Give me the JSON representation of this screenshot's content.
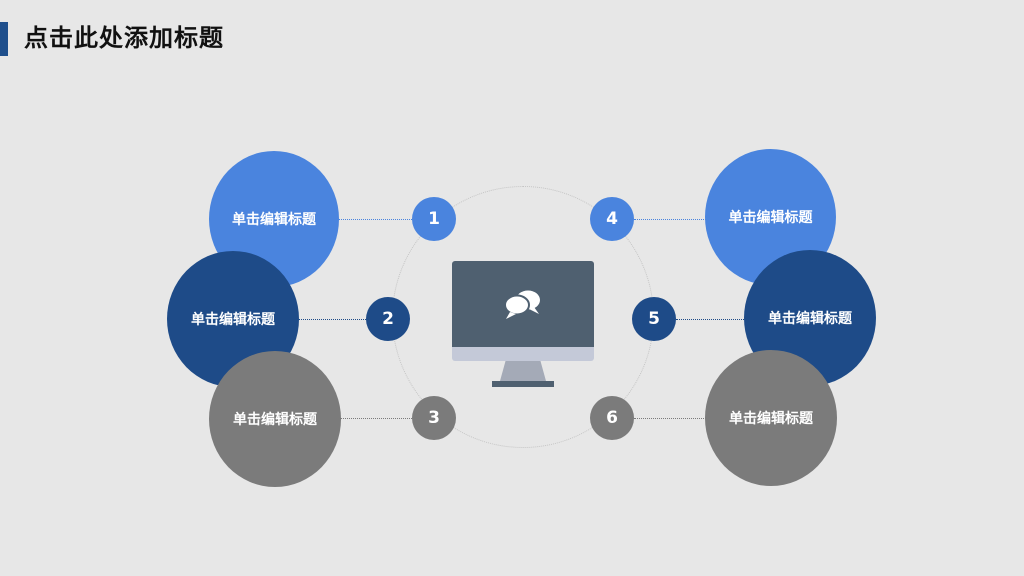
{
  "slide": {
    "title": "点击此处添加标题"
  },
  "items": [
    {
      "number": "1",
      "label": "单击编辑标题",
      "color": "#4a84de"
    },
    {
      "number": "2",
      "label": "单击编辑标题",
      "color": "#1e4b88"
    },
    {
      "number": "3",
      "label": "单击编辑标题",
      "color": "#7b7b7b"
    },
    {
      "number": "4",
      "label": "单击编辑标题",
      "color": "#4a84de"
    },
    {
      "number": "5",
      "label": "单击编辑标题",
      "color": "#1e4b88"
    },
    {
      "number": "6",
      "label": "单击编辑标题",
      "color": "#7b7b7b"
    }
  ],
  "icons": {
    "center": "monitor-icon",
    "screen": "chat-bubbles-icon"
  }
}
